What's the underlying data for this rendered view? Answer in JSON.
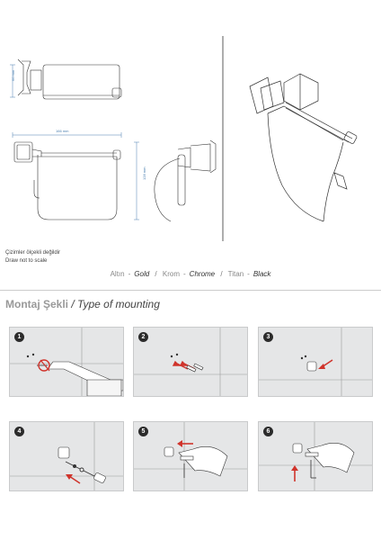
{
  "drawing": {
    "dim_height_top": "66 mm",
    "dim_width": "166 mm",
    "dim_height_side": "128 mm"
  },
  "notes": {
    "scale_tr": "Çizimler ölçekli değildir",
    "scale_en": "Draw not to scale"
  },
  "finishes": [
    {
      "tr": "Altın",
      "en": "Gold"
    },
    {
      "tr": "Krom",
      "en": "Chrome"
    },
    {
      "tr": "Titan",
      "en": "Black"
    }
  ],
  "finish_separator": "/",
  "finish_dash": "-",
  "mounting": {
    "title_tr": "Montaj Şekli",
    "title_sep": "/",
    "title_en": "Type of mounting"
  },
  "steps": [
    {
      "number": "1"
    },
    {
      "number": "2"
    },
    {
      "number": "3"
    },
    {
      "number": "4"
    },
    {
      "number": "5"
    },
    {
      "number": "6"
    }
  ],
  "colors": {
    "arrow": "#d0342c",
    "panel": "#e5e6e7",
    "dimension": "#4a7fb0"
  }
}
